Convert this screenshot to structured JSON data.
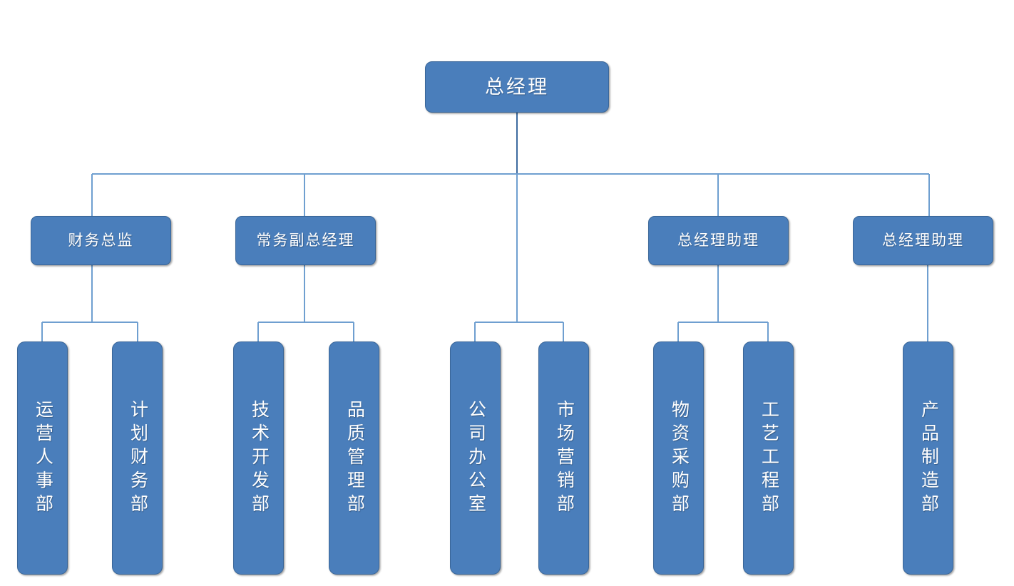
{
  "chart_data": {
    "type": "diagram",
    "diagram_kind": "organization-chart",
    "orientation": "top-down",
    "levels": 3,
    "colors": {
      "node_fill": "#4a7ebb",
      "node_border": "#3a6698",
      "node_text": "#ffffff",
      "connector_line": "#6f9fd0",
      "connector_line_dark": "#3c6a9f",
      "background": "#ffffff"
    },
    "nodes": [
      {
        "id": "root",
        "label": "总经理",
        "level": 1,
        "parent": null
      },
      {
        "id": "m1",
        "label": "财务总监",
        "level": 2,
        "parent": "root"
      },
      {
        "id": "m2",
        "label": "常务副总经理",
        "level": 2,
        "parent": "root"
      },
      {
        "id": "m3",
        "label": "总经理助理",
        "level": 2,
        "parent": "root"
      },
      {
        "id": "m4",
        "label": "总经理助理",
        "level": 2,
        "parent": "root"
      },
      {
        "id": "l1",
        "label": "运营人事部",
        "level": 3,
        "parent": "m1"
      },
      {
        "id": "l2",
        "label": "计划财务部",
        "level": 3,
        "parent": "m1"
      },
      {
        "id": "l3",
        "label": "技术开发部",
        "level": 3,
        "parent": "m2"
      },
      {
        "id": "l4",
        "label": "品质管理部",
        "level": 3,
        "parent": "m2"
      },
      {
        "id": "l5",
        "label": "公司办公室",
        "level": 3,
        "parent": "root"
      },
      {
        "id": "l6",
        "label": "市场营销部",
        "level": 3,
        "parent": "root"
      },
      {
        "id": "l7",
        "label": "物资采购部",
        "level": 3,
        "parent": "m3"
      },
      {
        "id": "l8",
        "label": "工艺工程部",
        "level": 3,
        "parent": "m3"
      },
      {
        "id": "l9",
        "label": "产品制造部",
        "level": 3,
        "parent": "m4"
      }
    ]
  },
  "root": {
    "label": "总经理"
  },
  "managers": [
    {
      "label": "财务总监"
    },
    {
      "label": "常务副总经理"
    },
    {
      "label": "总经理助理"
    },
    {
      "label": "总经理助理"
    }
  ],
  "departments": [
    {
      "label": "运营人事部"
    },
    {
      "label": "计划财务部"
    },
    {
      "label": "技术开发部"
    },
    {
      "label": "品质管理部"
    },
    {
      "label": "公司办公室"
    },
    {
      "label": "市场营销部"
    },
    {
      "label": "物资采购部"
    },
    {
      "label": "工艺工程部"
    },
    {
      "label": "产品制造部"
    }
  ]
}
